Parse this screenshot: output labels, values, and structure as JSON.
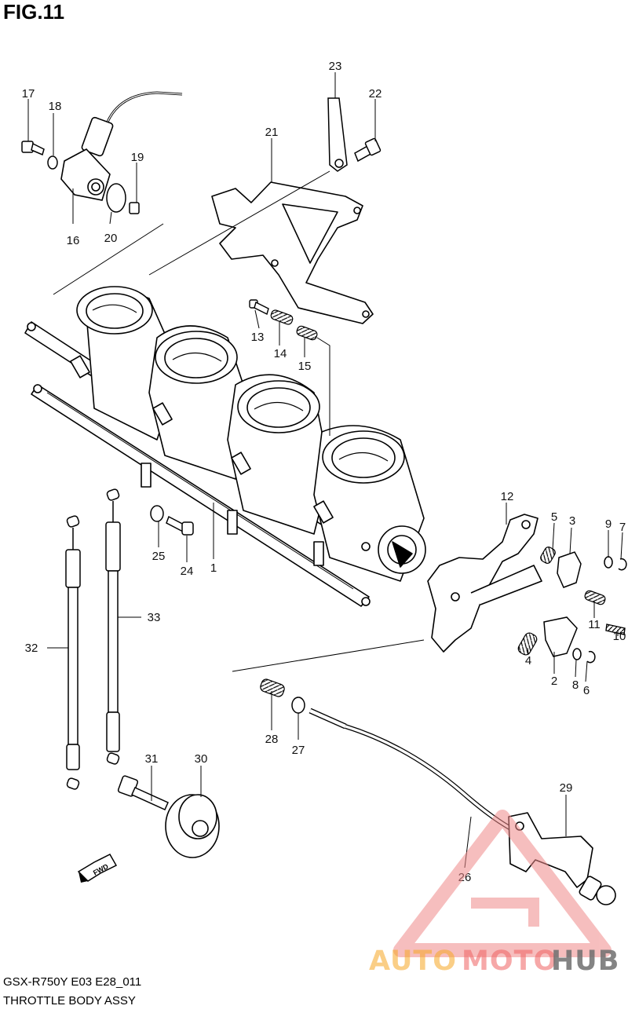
{
  "figure": {
    "title": "FIG.11",
    "model_code": "GSX-R750Y E03 E28_011",
    "assembly_name": "THROTTLE BODY ASSY"
  },
  "watermark": {
    "part1": "AUTO",
    "part2": "MOTO",
    "part3": "HUB",
    "colors": {
      "auto": "#f5a623",
      "moto": "#ee6060",
      "hub": "#6e6e6e",
      "logo": "#f08a8a"
    }
  },
  "direction_marker": "FWD",
  "callouts": [
    {
      "id": "c1",
      "label": "1"
    },
    {
      "id": "c2",
      "label": "2"
    },
    {
      "id": "c3",
      "label": "3"
    },
    {
      "id": "c4",
      "label": "4"
    },
    {
      "id": "c5",
      "label": "5"
    },
    {
      "id": "c6",
      "label": "6"
    },
    {
      "id": "c7",
      "label": "7"
    },
    {
      "id": "c8",
      "label": "8"
    },
    {
      "id": "c9",
      "label": "9"
    },
    {
      "id": "c10",
      "label": "10"
    },
    {
      "id": "c11",
      "label": "11"
    },
    {
      "id": "c12",
      "label": "12"
    },
    {
      "id": "c13",
      "label": "13"
    },
    {
      "id": "c14",
      "label": "14"
    },
    {
      "id": "c15",
      "label": "15"
    },
    {
      "id": "c16",
      "label": "16"
    },
    {
      "id": "c17",
      "label": "17"
    },
    {
      "id": "c18",
      "label": "18"
    },
    {
      "id": "c19",
      "label": "19"
    },
    {
      "id": "c20",
      "label": "20"
    },
    {
      "id": "c21",
      "label": "21"
    },
    {
      "id": "c22",
      "label": "22"
    },
    {
      "id": "c23",
      "label": "23"
    },
    {
      "id": "c24",
      "label": "24"
    },
    {
      "id": "c25",
      "label": "25"
    },
    {
      "id": "c26",
      "label": "26"
    },
    {
      "id": "c27",
      "label": "27"
    },
    {
      "id": "c28",
      "label": "28"
    },
    {
      "id": "c29",
      "label": "29"
    },
    {
      "id": "c30",
      "label": "30"
    },
    {
      "id": "c31",
      "label": "31"
    },
    {
      "id": "c32",
      "label": "32"
    },
    {
      "id": "c33",
      "label": "33"
    }
  ]
}
